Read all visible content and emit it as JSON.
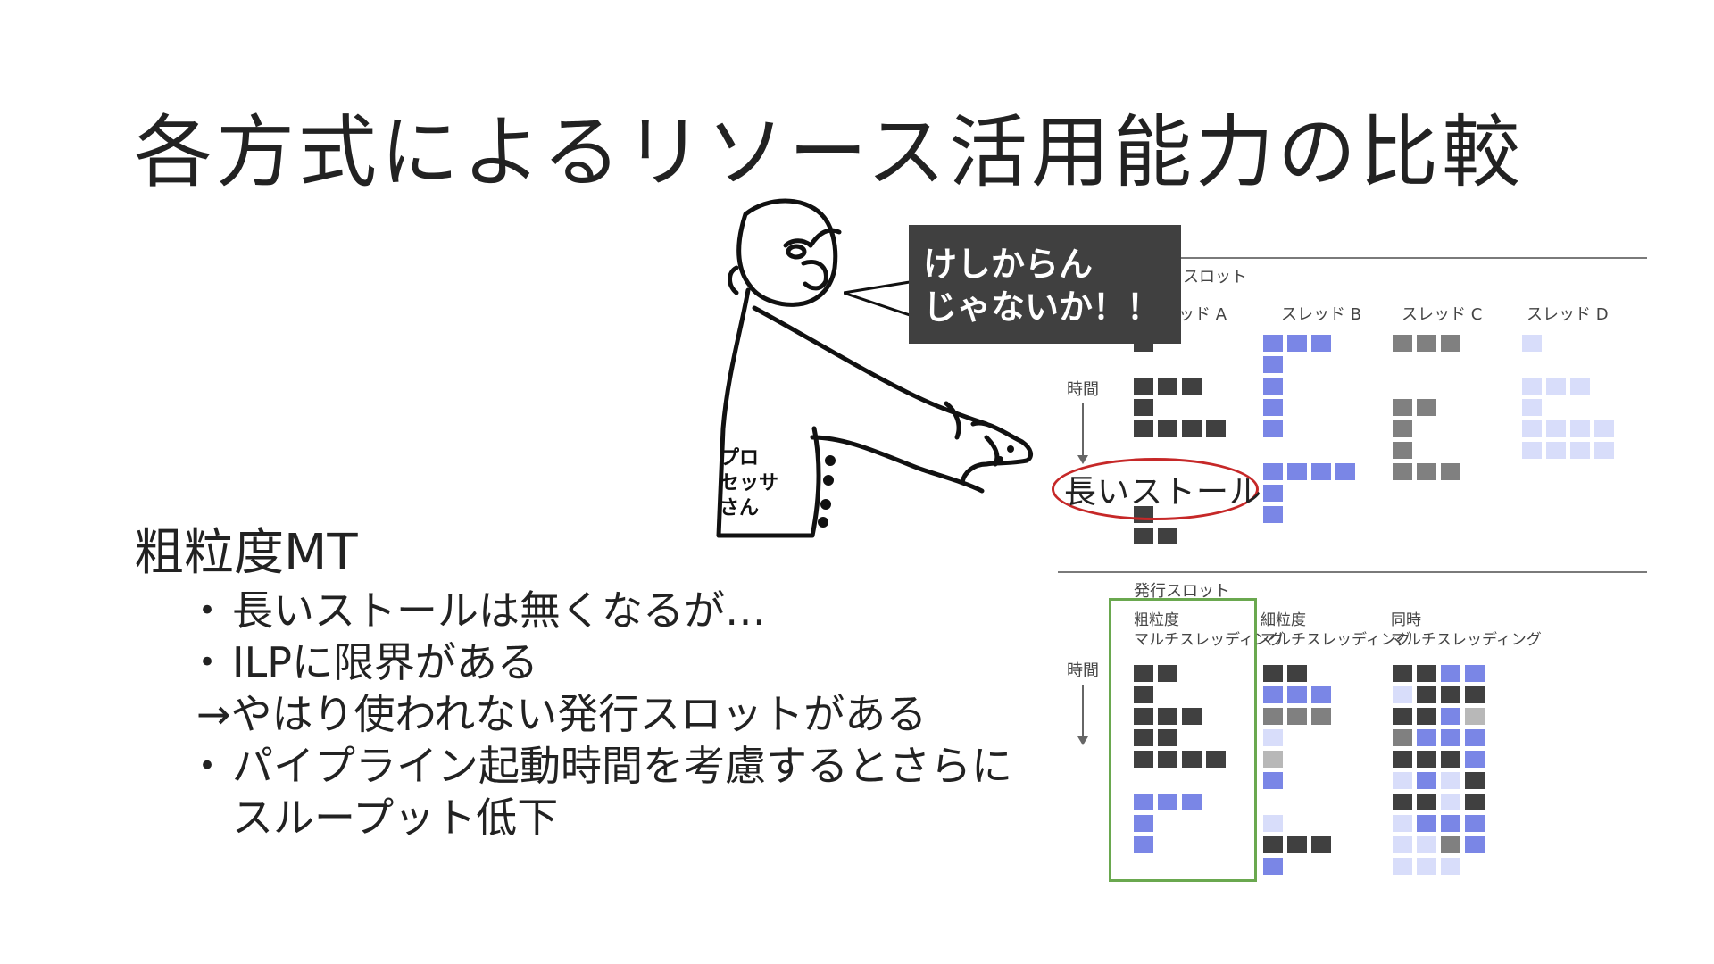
{
  "slide": {
    "title": "各方式によるリソース活用能力の比較",
    "heading": "粗粒度MT",
    "bullets": [
      {
        "marker": "•",
        "text": "長いストールは無くなるが…"
      },
      {
        "marker": "•",
        "text": "ILPに限界がある"
      },
      {
        "marker": "",
        "text": "→やはり使われない発行スロットがある"
      },
      {
        "marker": "•",
        "text": "パイプライン起動時間を考慮するとさらにスループット低下"
      }
    ]
  },
  "callout": {
    "speech_line1": "けしからん",
    "speech_line2": "じゃないか！！",
    "character_label_line1": "プロ",
    "character_label_line2": "セッサ",
    "character_label_line3": "さん",
    "stall_label": "長いストール"
  },
  "figure": {
    "top_slot_label": "スロット",
    "threads": [
      "ッド A",
      "スレッド B",
      "スレッド C",
      "スレッド D"
    ],
    "time_label_top": "時間",
    "bottom_slot_label": "発行スロット",
    "modes": [
      {
        "line1": "粗粒度",
        "line2": "マルチスレッディング"
      },
      {
        "line1": "細粒度",
        "line2": "マルチスレッディング"
      },
      {
        "line1": "同時",
        "line2": "マルチスレッディング"
      }
    ],
    "time_label_bottom": "時間",
    "colors": {
      "thread_a": "#404040",
      "thread_b": "#7a86e6",
      "thread_c": "#808080",
      "thread_d": "#d8ddfa",
      "highlight_box": "#6aa84f",
      "stall_oval": "#c62828"
    }
  }
}
